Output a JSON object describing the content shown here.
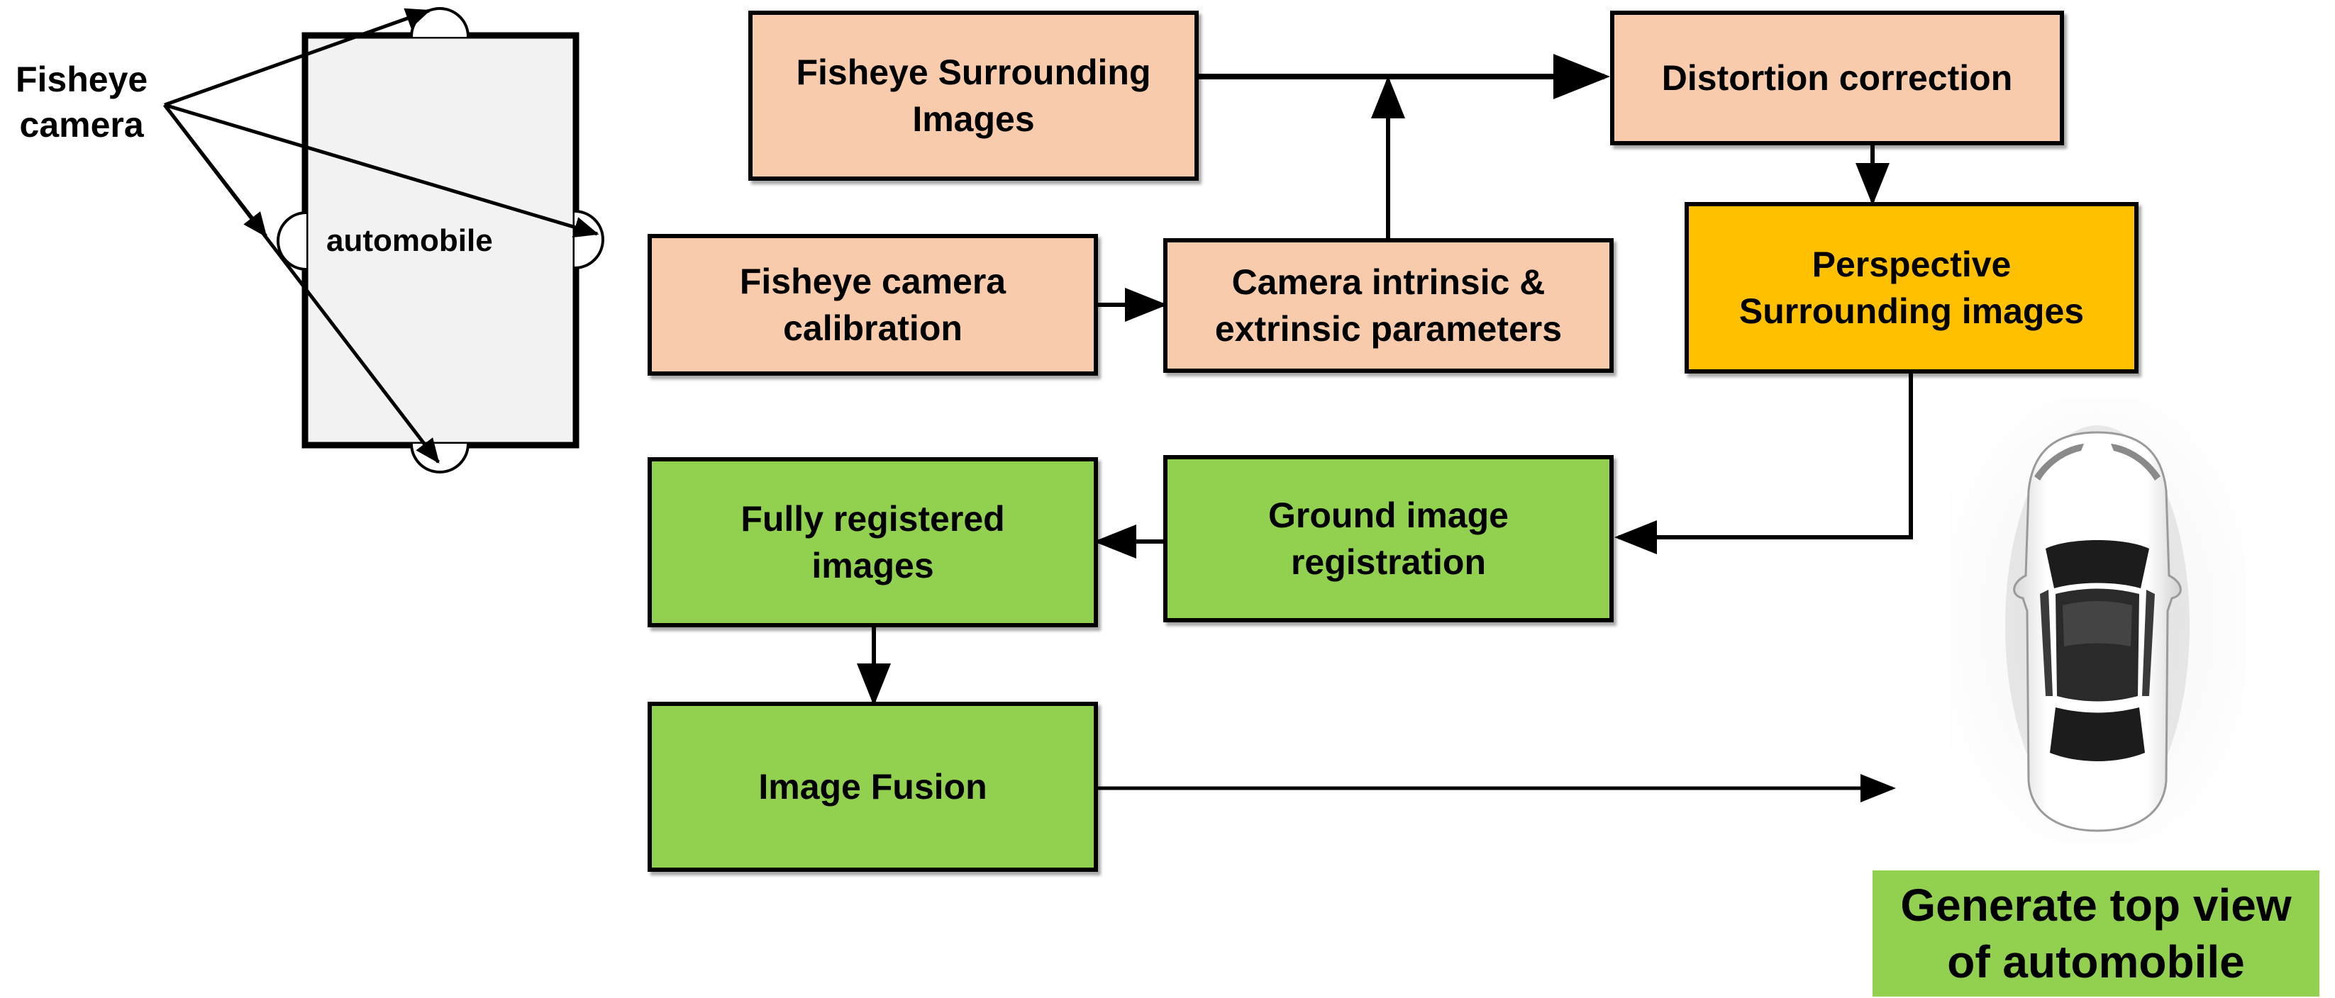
{
  "camera_label": [
    "Fisheye",
    "camera"
  ],
  "automobile_label": "automobile",
  "boxes": {
    "fisheye_images": [
      "Fisheye Surrounding",
      "Images"
    ],
    "distortion_correction": [
      "Distortion correction"
    ],
    "perspective_images": [
      "Perspective",
      "Surrounding images"
    ],
    "camera_calibration": [
      "Fisheye camera",
      "calibration"
    ],
    "camera_parameters": [
      "Camera intrinsic &",
      "extrinsic parameters"
    ],
    "ground_registration": [
      "Ground image",
      "registration"
    ],
    "fully_registered": [
      "Fully registered",
      "images"
    ],
    "image_fusion": [
      "Image Fusion"
    ]
  },
  "output_label": [
    "Generate top view",
    "of automobile"
  ],
  "colors": {
    "input_boxes": "#f7cbac",
    "intermediate_box": "#ffc000",
    "output_boxes": "#92d050",
    "automobile_fill": "#f2f2f2"
  },
  "icons": {
    "car": "car-top-view-icon",
    "camera": "fisheye-camera-icon"
  }
}
